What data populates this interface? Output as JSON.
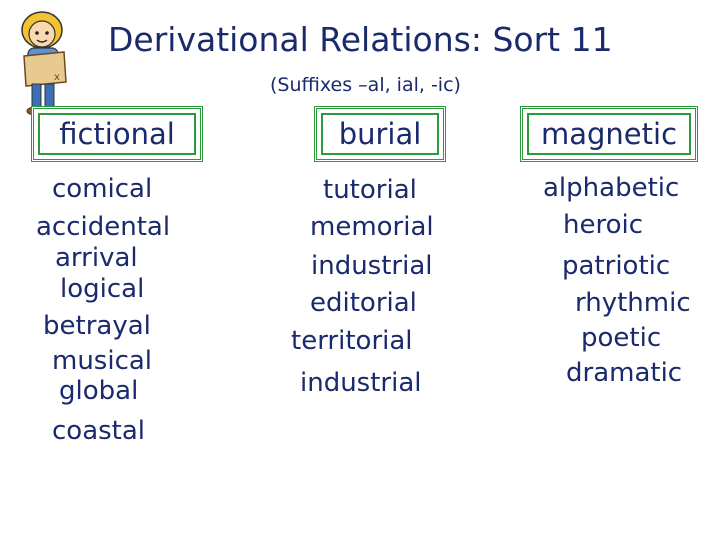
{
  "title": "Derivational Relations: Sort 11",
  "subtitle": "(Suffixes –al, ial, -ic)",
  "headers": [
    "fictional",
    "burial",
    "magnetic"
  ],
  "columns": {
    "al": [
      "comical",
      "accidental",
      "arrival",
      "logical",
      "betrayal",
      "musical",
      "global",
      "coastal"
    ],
    "ial": [
      "tutorial",
      "memorial",
      "industrial",
      "editorial",
      "territorial",
      "industrial"
    ],
    "ic": [
      "alphabetic",
      "heroic",
      "patriotic",
      "rhythmic",
      "poetic",
      "dramatic"
    ]
  },
  "colors": {
    "text": "#1a2a6c",
    "border": "#2a9a3a"
  },
  "icons": {
    "mascot": "cartoon-kid-with-map-icon"
  }
}
